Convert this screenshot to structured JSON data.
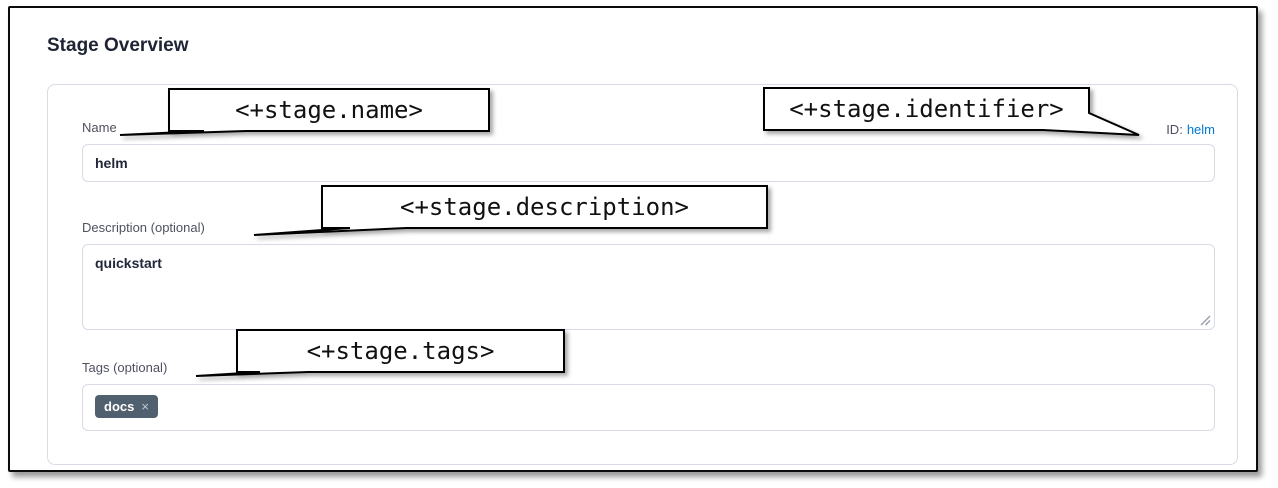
{
  "page": {
    "title": "Stage Overview"
  },
  "form": {
    "name": {
      "label": "Name",
      "value": "helm"
    },
    "identifier": {
      "label": "ID:",
      "value": "helm"
    },
    "description": {
      "label": "Description (optional)",
      "value": "quickstart"
    },
    "tags": {
      "label": "Tags (optional)",
      "chips": [
        {
          "text": "docs",
          "remove": "×"
        }
      ]
    }
  },
  "annotations": [
    {
      "target": "name",
      "text": "<+stage.name>"
    },
    {
      "target": "identifier",
      "text": "<+stage.identifier>"
    },
    {
      "target": "description",
      "text": "<+stage.description>"
    },
    {
      "target": "tags",
      "text": "<+stage.tags>"
    }
  ],
  "colors": {
    "link_blue": "#0278d5",
    "tag_chip_bg": "#51606f",
    "label_gray": "#4f5162",
    "border_gray": "#d9dae6"
  }
}
